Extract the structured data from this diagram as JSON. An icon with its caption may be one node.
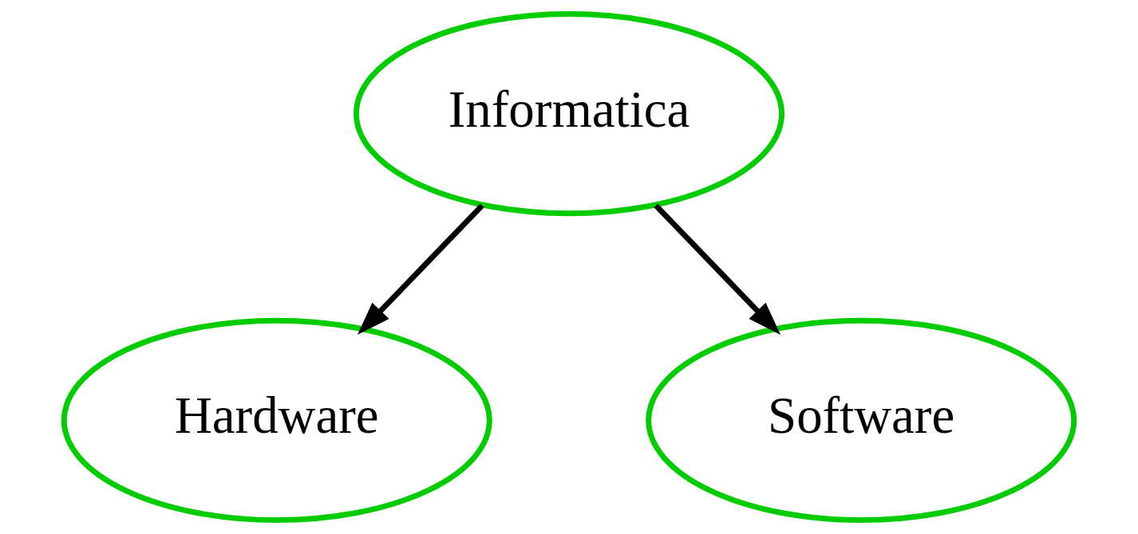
{
  "diagram": {
    "nodes": [
      {
        "text": [
          "Informatica"
        ]
      },
      {
        "text": [
          "Hardware"
        ]
      },
      {
        "text": [
          "Software"
        ]
      }
    ],
    "edges": [
      {
        "from": 0,
        "to": 1,
        "arrow": "to"
      },
      {
        "from": 0,
        "to": 2,
        "arrow": "to"
      }
    ]
  }
}
